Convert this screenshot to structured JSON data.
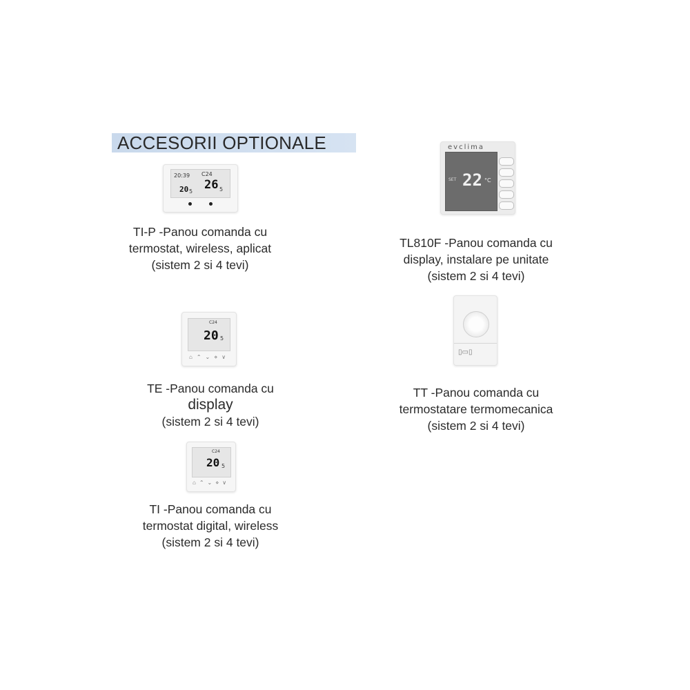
{
  "heading": "ACCESORII OPTIONALE",
  "products": {
    "tip": {
      "lines": [
        "TI-P -Panou comanda cu",
        "termostat, wireless, aplicat",
        "(sistem 2 si 4 tevi)"
      ],
      "lcd": {
        "time": "20:39",
        "set": "26",
        "set_dec": "5",
        "room": "20",
        "room_dec": "5",
        "mode": "C24"
      }
    },
    "tl810f": {
      "lines": [
        "TL810F -Panou comanda cu",
        "display, instalare pe unitate",
        "(sistem 2 si 4 tevi)"
      ],
      "brand": "evclima",
      "lcd": {
        "temp": "22",
        "unit": "°C",
        "label": "SET"
      }
    },
    "te": {
      "lines": [
        "TE -Panou comanda cu",
        "display",
        "(sistem 2 si 4 tevi)"
      ],
      "lcd": {
        "temp": "20",
        "temp_dec": "5",
        "mode": "C24"
      }
    },
    "tt": {
      "lines": [
        "TT -Panou comanda cu",
        "termostatare termomecanica",
        "(sistem 2 si 4 tevi)"
      ]
    },
    "ti": {
      "lines": [
        "TI -Panou comanda cu",
        "termostat digital, wireless",
        "(sistem 2 si 4 tevi)"
      ],
      "lcd": {
        "temp": "20",
        "temp_dec": "5",
        "mode": "C24"
      }
    }
  }
}
